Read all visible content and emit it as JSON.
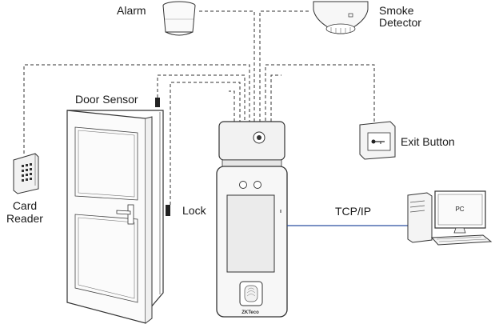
{
  "labels": {
    "alarm": "Alarm",
    "smoke_detector_line1": "Smoke",
    "smoke_detector_line2": "Detector",
    "door_sensor": "Door Sensor",
    "exit_button": "Exit Button",
    "card_reader_line1": "Card",
    "card_reader_line2": "Reader",
    "lock": "Lock",
    "tcp_ip": "TCP/IP",
    "pc": "PC",
    "brand": "ZKTeco"
  },
  "colors": {
    "line": "#333333",
    "network_line": "#2a4fa0",
    "device_fill": "#f4f4f4",
    "screen_fill": "#e8e8e8"
  }
}
